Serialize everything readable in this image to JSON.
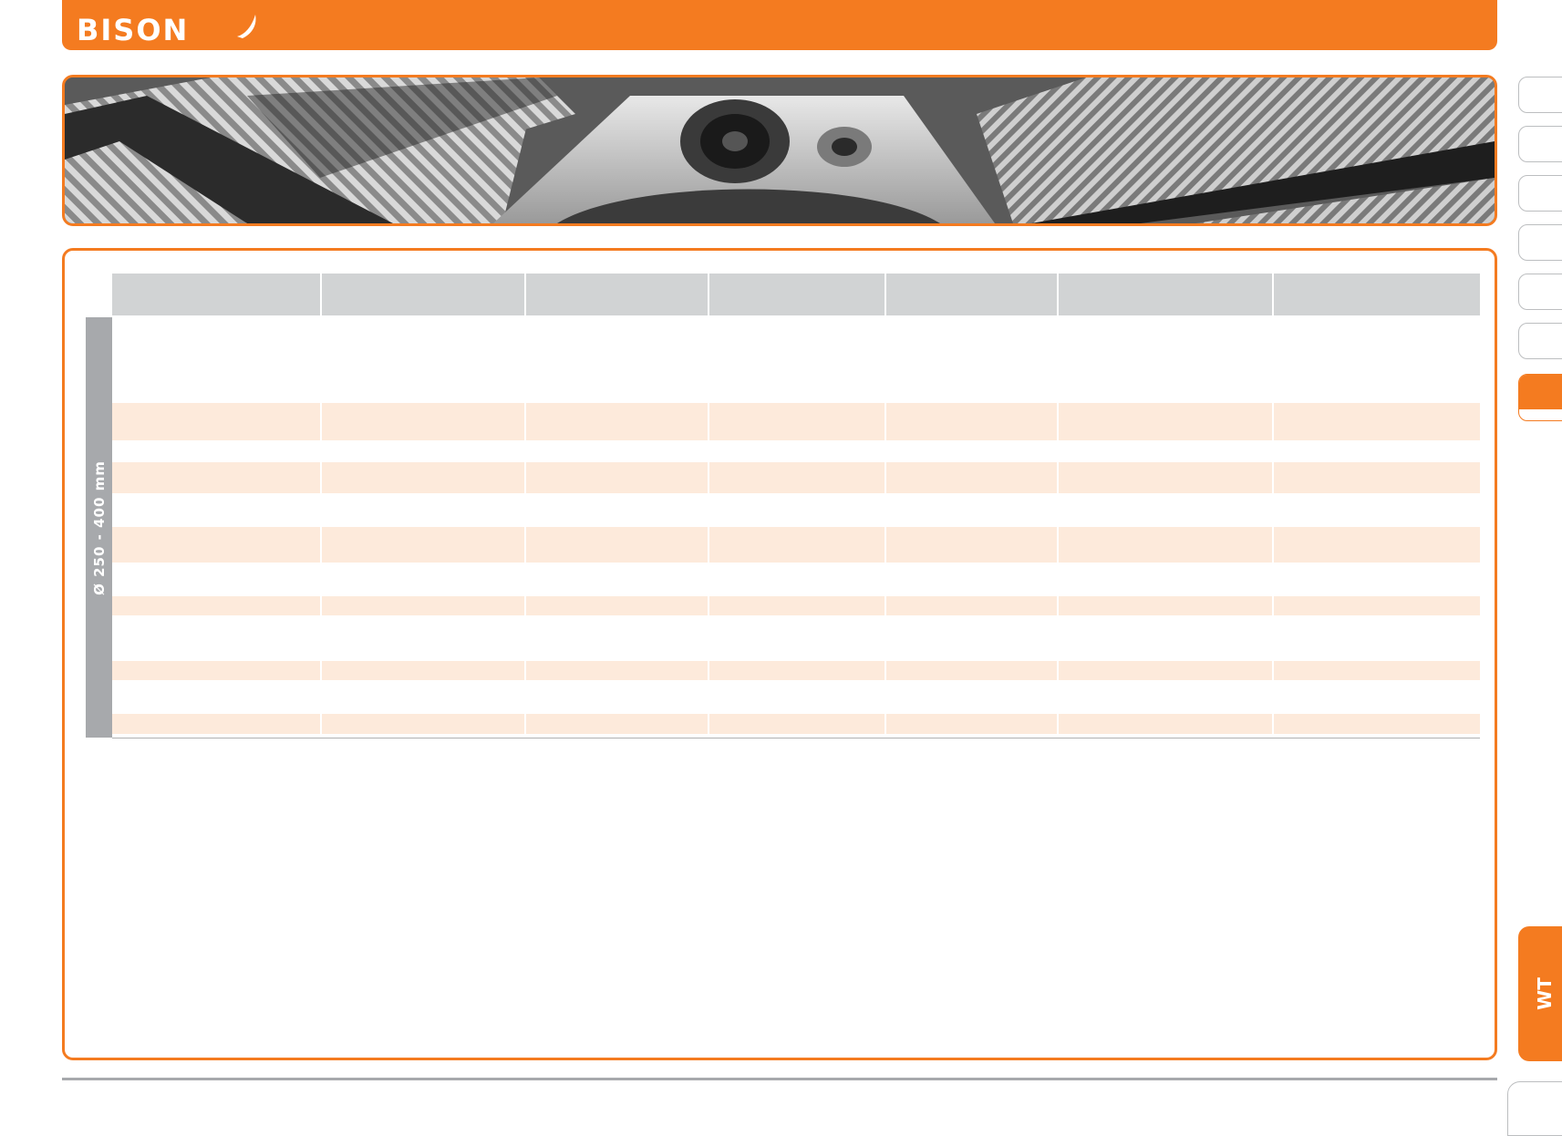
{
  "brand": {
    "logo_text": "BISON",
    "accent_color": "#f47b20"
  },
  "table": {
    "side_label": "Ø 250 - 400 mm",
    "column_widths": [
      230,
      224,
      201,
      194,
      189,
      236,
      224
    ],
    "rows": [
      {
        "h": 96,
        "shade": false
      },
      {
        "h": 41,
        "shade": true
      },
      {
        "h": 24,
        "shade": false
      },
      {
        "h": 34,
        "shade": true
      },
      {
        "h": 37,
        "shade": false
      },
      {
        "h": 39,
        "shade": true
      },
      {
        "h": 37,
        "shade": false
      },
      {
        "h": 21,
        "shade": true
      },
      {
        "h": 50,
        "shade": false
      },
      {
        "h": 21,
        "shade": true
      },
      {
        "h": 37,
        "shade": false
      },
      {
        "h": 22,
        "shade": true
      }
    ]
  },
  "right_tabs": {
    "active_label": "WT"
  }
}
